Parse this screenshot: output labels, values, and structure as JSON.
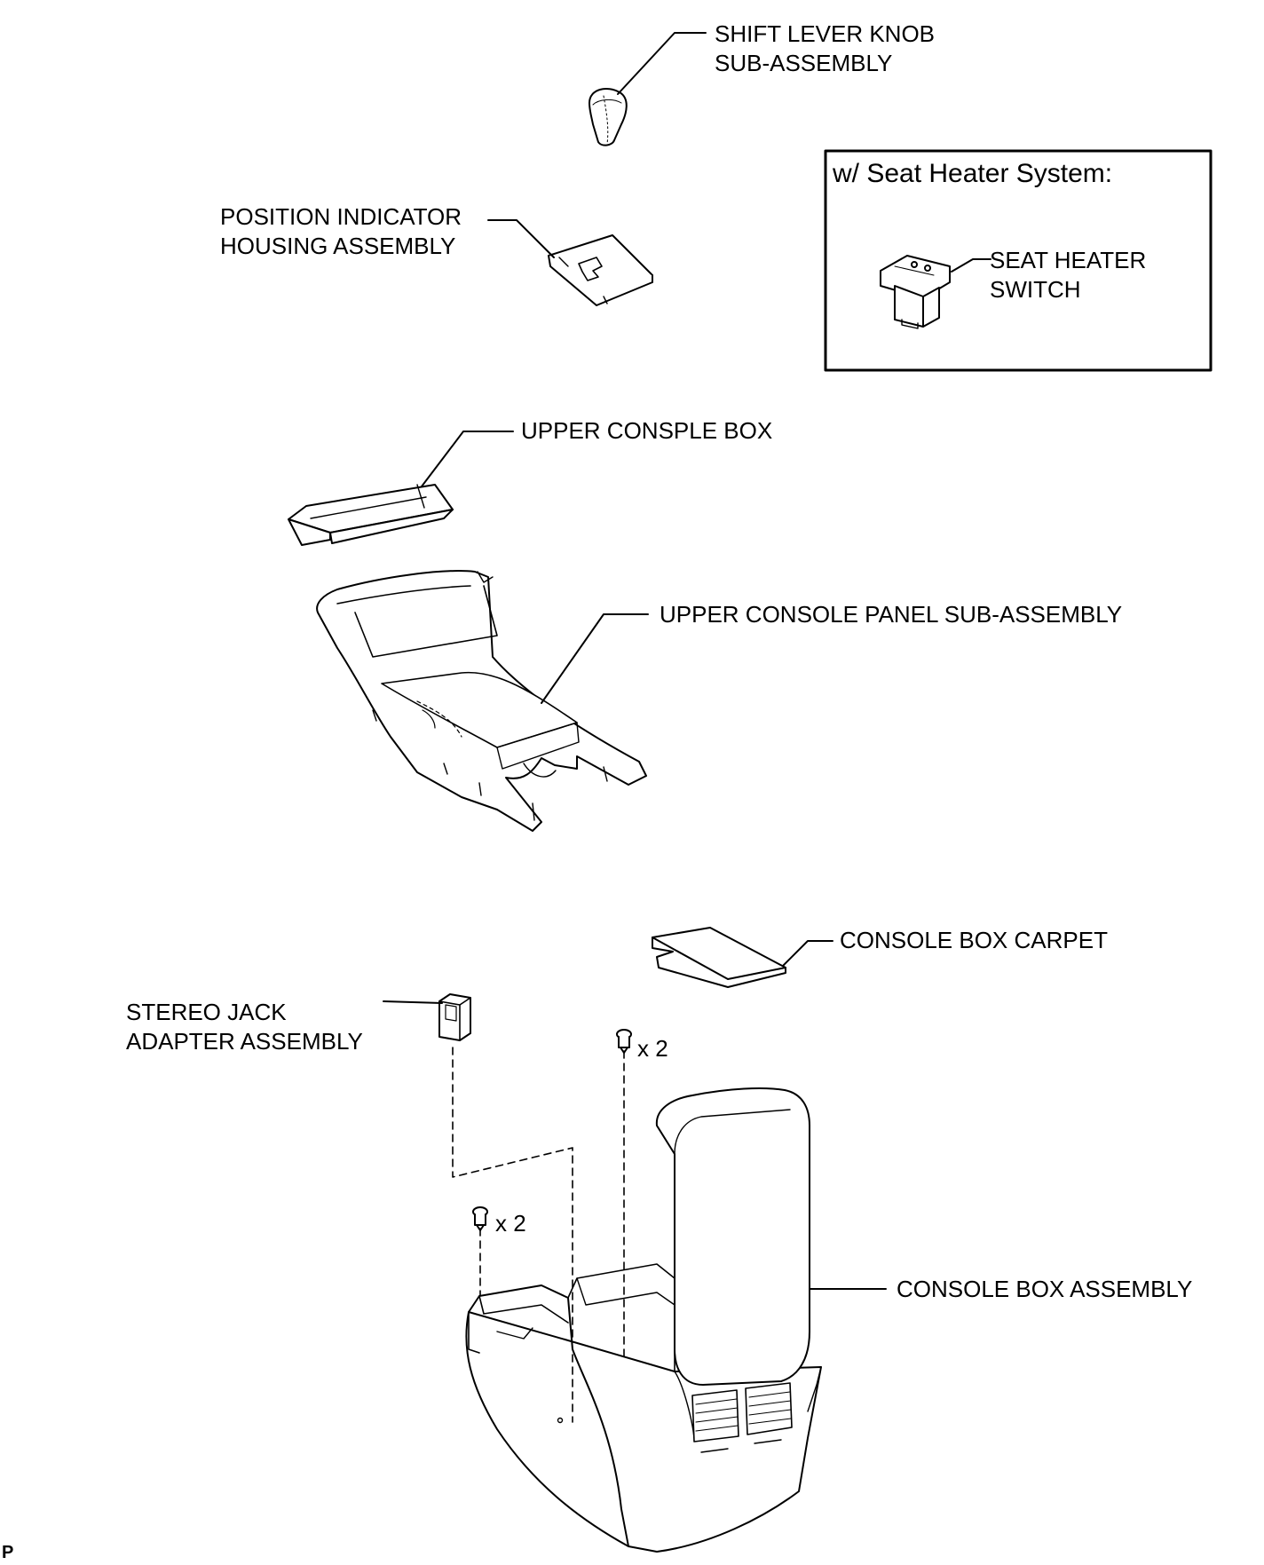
{
  "labels": {
    "shift_knob": [
      "SHIFT LEVER KNOB",
      "SUB-ASSEMBLY"
    ],
    "position_indicator": [
      "POSITION INDICATOR",
      "HOUSING ASSEMBLY"
    ],
    "seat_heater_switch": [
      "SEAT HEATER",
      "SWITCH"
    ],
    "upper_console_box": [
      "UPPER CONSPLE BOX"
    ],
    "upper_console_panel": [
      "UPPER CONSOLE PANEL SUB-ASSEMBLY"
    ],
    "console_box_carpet": [
      "CONSOLE BOX CARPET"
    ],
    "stereo_jack": [
      "STEREO JACK",
      "ADAPTER ASSEMBLY"
    ],
    "console_box_assembly": [
      "CONSOLE BOX ASSEMBLY"
    ]
  },
  "inset": {
    "title": "w/ Seat Heater System:"
  },
  "quantities": {
    "upper_screw": "x 2",
    "lower_screw": "x 2"
  },
  "corner_mark": "P"
}
